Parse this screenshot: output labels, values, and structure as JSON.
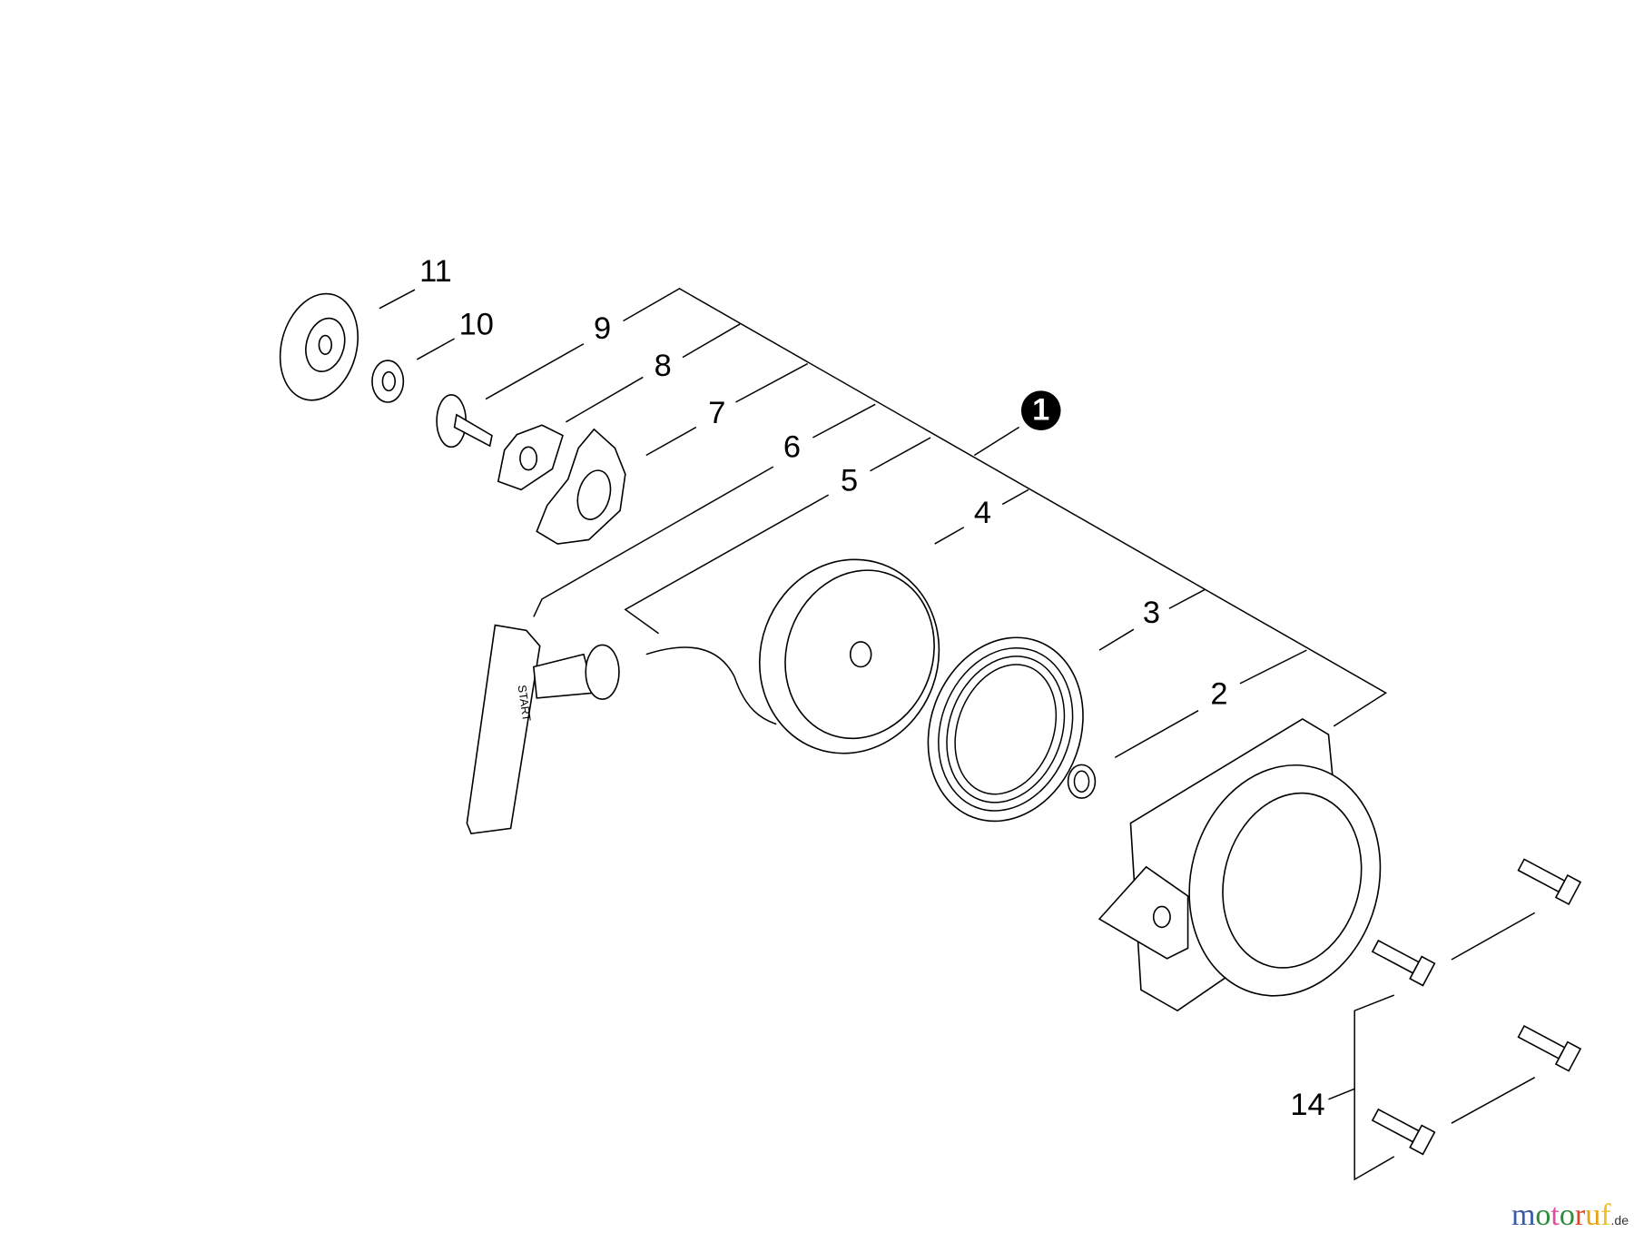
{
  "callouts": [
    "1",
    "2",
    "3",
    "4",
    "5",
    "6",
    "7",
    "8",
    "9",
    "10",
    "11",
    "14"
  ],
  "handle_text": "START",
  "watermark": {
    "text": "motoruf",
    "suffix": ".de",
    "colors": [
      "#3b5ba9",
      "#2e8b3a",
      "#e0509a",
      "#2e8b3a",
      "#d9462a",
      "#e8a21a",
      "#f0c020"
    ]
  }
}
